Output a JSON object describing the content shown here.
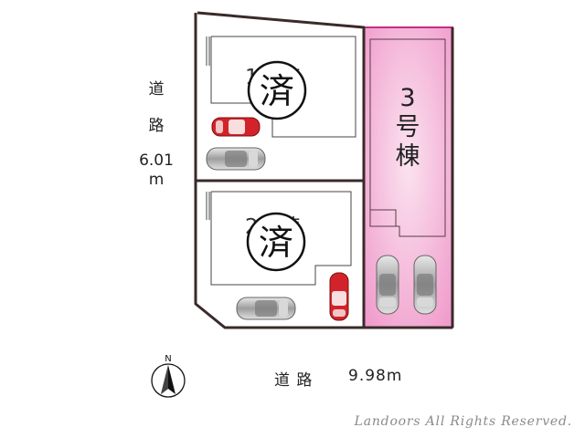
{
  "plan": {
    "left_road": {
      "char1": "道",
      "char2": "路",
      "width_value": "6.01",
      "unit": "m"
    },
    "bottom_road": {
      "label": "道 路",
      "width": "9.98m"
    },
    "lots": [
      {
        "name_fragment": "1号棟",
        "status": "済"
      },
      {
        "name_fragment": "2号棟",
        "status": "済"
      },
      {
        "name_line1": "3",
        "name_line2": "号",
        "name_line3": "棟",
        "status": ""
      }
    ],
    "compass_label": "N",
    "watermark": "Landoors All Rights Reserved.",
    "colors": {
      "lot3_fill": "#f2a6cf",
      "lot3_border": "#c02f86",
      "boundary": "#3a2a2a",
      "car_red": "#d3232a",
      "car_gray": "#b9b9b9"
    }
  }
}
